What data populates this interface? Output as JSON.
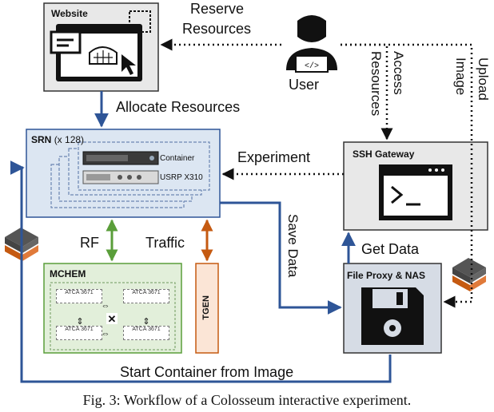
{
  "nodes": {
    "website": {
      "title": "Website"
    },
    "user": {
      "label": "User"
    },
    "srn": {
      "title": "SRN",
      "count": "(x 128)",
      "container": "Container",
      "usrp": "USRP X310"
    },
    "ssh": {
      "title": "SSH Gateway"
    },
    "mchem": {
      "title": "MCHEM",
      "atca": [
        "ATCA 3671",
        "ATCA 3671",
        "ATCA 3671",
        "ATCA 3671"
      ]
    },
    "tgen": {
      "title": "TGEN"
    },
    "nas": {
      "title": "File Proxy & NAS"
    }
  },
  "edges": {
    "reserve": [
      "Reserve",
      "Resources"
    ],
    "allocate": "Allocate Resources",
    "access": [
      "Access",
      "Resources"
    ],
    "upload": [
      "Upload",
      "Image"
    ],
    "experiment": "Experiment",
    "save": "Save Data",
    "get": "Get Data",
    "rf": "RF",
    "traffic": "Traffic",
    "start": "Start Container from Image"
  },
  "caption": "Fig. 3: Workflow of a Colosseum interactive experiment.",
  "colors": {
    "blue": "#2e5597",
    "green": "#5a9e3a",
    "orange": "#c55a11",
    "panel_blue": "#dce6f2",
    "panel_green": "#e2efda",
    "panel_orange": "#fbe5d6",
    "panel_gray": "#e8e8e8",
    "panel_nas": "#d6dce5"
  }
}
